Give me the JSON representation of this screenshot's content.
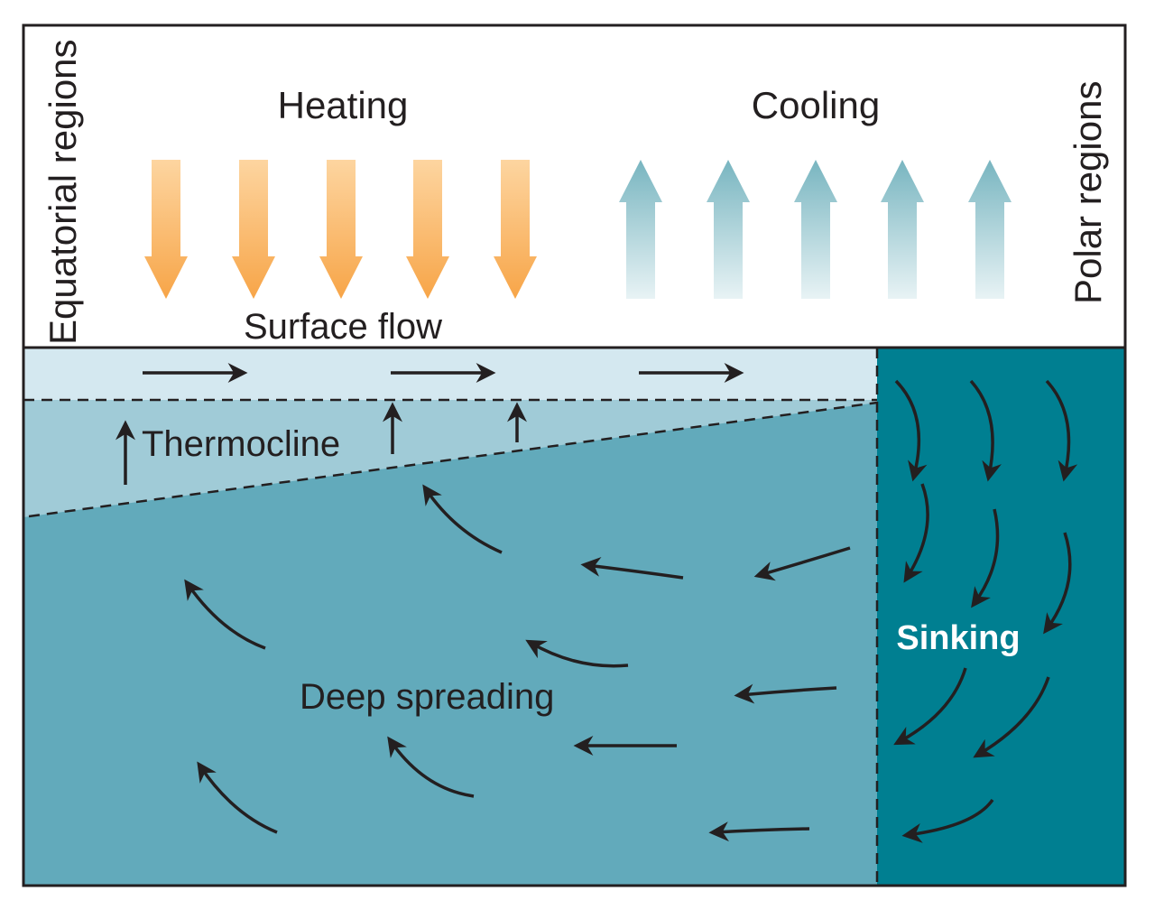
{
  "labels": {
    "equatorial": "Equatorial regions",
    "polar": "Polar regions",
    "heating": "Heating",
    "cooling": "Cooling",
    "surface_flow": "Surface flow",
    "thermocline": "Thermocline",
    "deep_spreading": "Deep spreading",
    "sinking": "Sinking"
  },
  "colors": {
    "outline": "#231f20",
    "surface_layer": "#d4e8f0",
    "thermocline_layer": "#a0cbd7",
    "deep_water": "#62aabb",
    "polar_water": "#007f91",
    "heating_arrow_top": "#fdd5a0",
    "heating_arrow_bottom": "#f7a548",
    "cooling_arrow_top": "#78b5c0",
    "cooling_arrow_bottom": "#e8f3f5",
    "sinking_text": "#ffffff"
  },
  "icons": {
    "heating_arrows": "arrow-down-icon",
    "cooling_arrows": "arrow-up-icon",
    "flow_arrows": "arrow-icon"
  }
}
